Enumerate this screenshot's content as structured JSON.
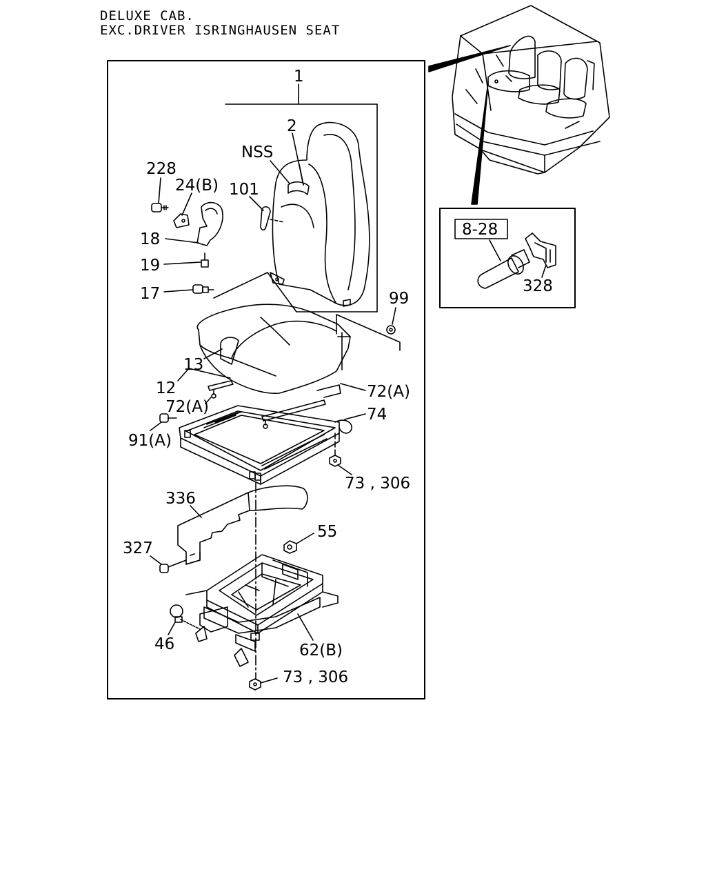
{
  "header": {
    "line1": "DELUXE CAB.",
    "line2": "EXC.DRIVER ISRINGHAUSEN SEAT"
  },
  "callouts": {
    "c1": "1",
    "c2": "2",
    "c_nss": "NSS",
    "c101": "101",
    "c228": "228",
    "c24b": "24(B)",
    "c18": "18",
    "c19": "19",
    "c17": "17",
    "c99": "99",
    "c13": "13",
    "c12": "12",
    "c72a_right": "72(A)",
    "c72a_left": "72(A)",
    "c74": "74",
    "c91a": "91(A)",
    "c73_306_top": "73 , 306",
    "c336": "336",
    "c55": "55",
    "c327": "327",
    "c46": "46",
    "c62b": "62(B)",
    "c73_306_bottom": "73 , 306"
  },
  "inset": {
    "ref_box": "8-28",
    "part": "328"
  }
}
